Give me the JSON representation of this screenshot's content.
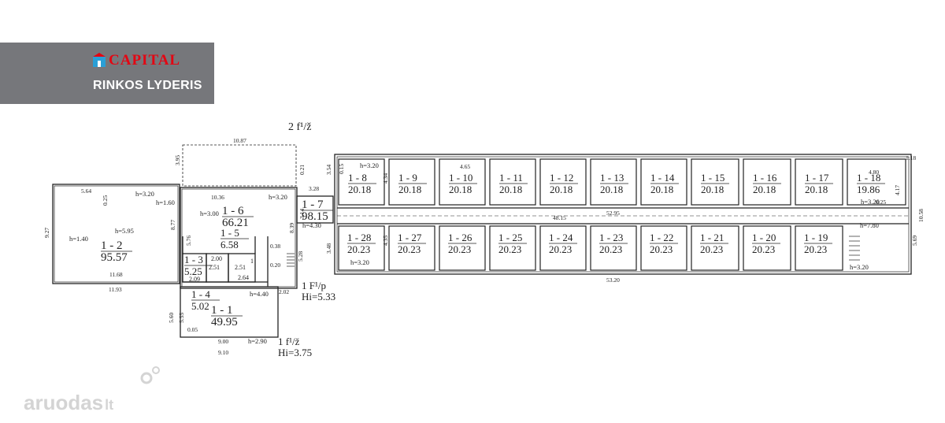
{
  "brand": {
    "name": "CAPITAL",
    "tagline": "RINKOS LYDERIS",
    "accent_color": "#e30613",
    "panel_color": "#76777b"
  },
  "watermark": {
    "text": "aruodas",
    "suffix": "lt",
    "color": "#d4d4d4"
  },
  "plan": {
    "floor_titles": {
      "top": "2 f¹/ž",
      "ground_p": "1 F¹/p",
      "ground_p_height": "Hi=5.33",
      "ground_z": "1 f¹/ž",
      "ground_z_height": "Hi=3.75"
    },
    "rooms": [
      {
        "id": "1 - 1",
        "area": "49.95"
      },
      {
        "id": "1 - 2",
        "area": "95.57"
      },
      {
        "id": "1 - 3",
        "area": "5.25"
      },
      {
        "id": "1 - 4",
        "area": "5.02"
      },
      {
        "id": "1 - 5",
        "area": "6.58"
      },
      {
        "id": "1 - 6",
        "area": "66.21"
      },
      {
        "id": "1 - 7",
        "area": "98.15"
      },
      {
        "id": "1 - 8",
        "area": "20.18"
      },
      {
        "id": "1 - 9",
        "area": "20.18"
      },
      {
        "id": "1 - 10",
        "area": "20.18"
      },
      {
        "id": "1 - 11",
        "area": "20.18"
      },
      {
        "id": "1 - 12",
        "area": "20.18"
      },
      {
        "id": "1 - 13",
        "area": "20.18"
      },
      {
        "id": "1 - 14",
        "area": "20.18"
      },
      {
        "id": "1 - 15",
        "area": "20.18"
      },
      {
        "id": "1 - 16",
        "area": "20.18"
      },
      {
        "id": "1 - 17",
        "area": "20.18"
      },
      {
        "id": "1 - 18",
        "area": "19.86"
      },
      {
        "id": "1 - 19",
        "area": "20.23"
      },
      {
        "id": "1 - 20",
        "area": "20.23"
      },
      {
        "id": "1 - 21",
        "area": "20.23"
      },
      {
        "id": "1 - 22",
        "area": "20.23"
      },
      {
        "id": "1 - 23",
        "area": "20.23"
      },
      {
        "id": "1 - 24",
        "area": "20.23"
      },
      {
        "id": "1 - 25",
        "area": "20.23"
      },
      {
        "id": "1 - 26",
        "area": "20.23"
      },
      {
        "id": "1 - 27",
        "area": "20.23"
      },
      {
        "id": "1 - 28",
        "area": "20.23"
      }
    ],
    "small_room_labels": [
      "1",
      "2.51",
      "2.51",
      "2.64",
      "2.00",
      "2.09"
    ],
    "heights": [
      "h=3.20",
      "h=5.95",
      "h=1.60",
      "h=1.40",
      "h=3.00",
      "h=3.20",
      "h=4.30",
      "h=4.40",
      "h=2.90",
      "h=3.20",
      "h=3.20",
      "h=7.80",
      "h=3.20",
      "h=3.20"
    ],
    "dimensions": [
      "10.87",
      "3.95",
      "5.64",
      "0.25",
      "8.77",
      "9.27",
      "11.68",
      "11.93",
      "10.36",
      "5.76",
      "8.39",
      "3.28",
      "0.21",
      "3.54",
      "3.14",
      "3.48",
      "5.28",
      "0.38",
      "0.20",
      "2.02",
      "5.60",
      "5.55",
      "0.05",
      "9.00",
      "9.10",
      "48.15",
      "52.95",
      "53.20",
      "1.18",
      "10.58",
      "4.17",
      "5.69",
      "4.80",
      "4.65",
      "4.34",
      "4.35",
      "0.15",
      "0.25"
    ]
  }
}
